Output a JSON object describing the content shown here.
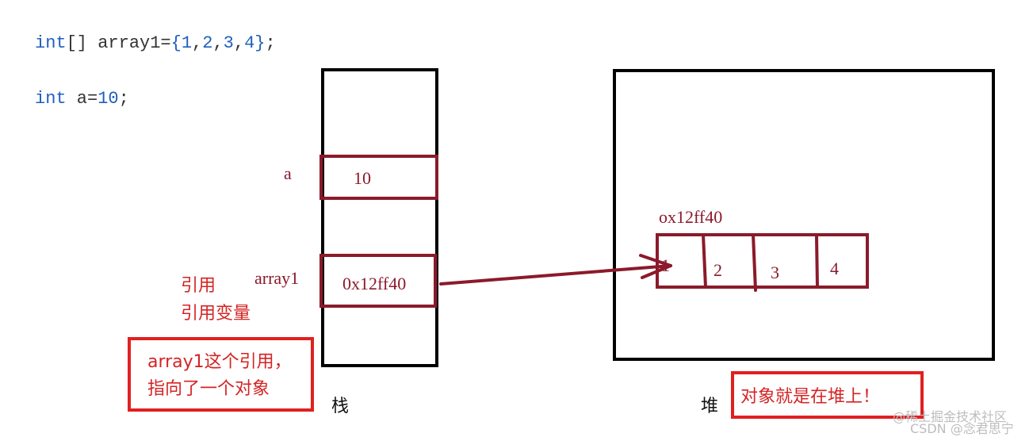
{
  "code": {
    "line1": {
      "type": "int",
      "rest": "[] array1=",
      "open": "{",
      "vals": [
        "1",
        "2",
        "3",
        "4"
      ],
      "close": "}",
      "end": ";"
    },
    "line2": {
      "type": "int",
      "rest": " a=",
      "num": "10",
      "end": ";"
    }
  },
  "stack": {
    "label": "栈",
    "var_a": {
      "name": "a",
      "value": "10"
    },
    "var_array1": {
      "name": "array1",
      "value": "0x12ff40"
    }
  },
  "heap": {
    "label": "堆",
    "address": "ox12ff40",
    "elements": [
      "1",
      "2",
      "3",
      "4"
    ]
  },
  "annotations": {
    "ref_line1": "引用",
    "ref_line2": "引用变量",
    "note_line1": "array1这个引用，",
    "note_line2": "指向了一个对象",
    "heap_note": "对象就是在堆上！"
  },
  "watermark": {
    "line1": "@稀土掘金技术社区",
    "line2": "CSDN @念君思宁"
  },
  "colors": {
    "keyword": "#1f5fbf",
    "maroon": "#8b1a2b",
    "red": "#e02020",
    "black": "#000000"
  }
}
